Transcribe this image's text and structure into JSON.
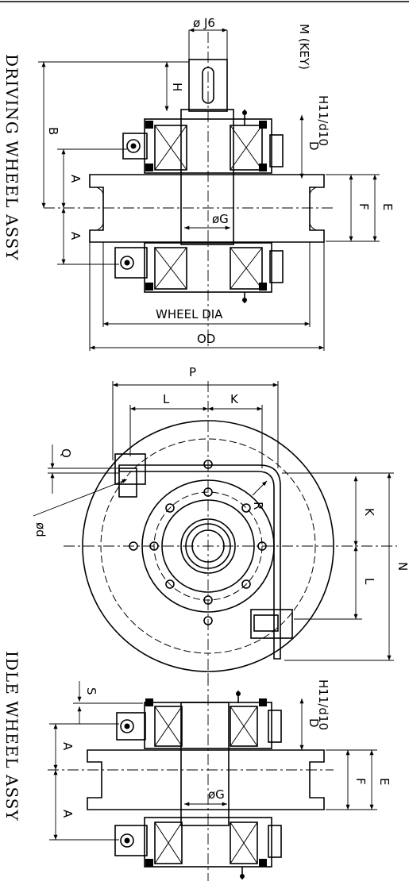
{
  "titles": {
    "driving": "DRIVING WHEEL ASSY",
    "idle": "IDLE WHEEL ASSY"
  },
  "driving": {
    "key": "M (KEY)",
    "shaft_dia": "ø J6",
    "h": "H",
    "b": "B",
    "fit": "H11/d10",
    "d": "D",
    "a_top": "A",
    "a_bottom": "A",
    "e": "E",
    "f": "F",
    "bore": "øG",
    "wheel_dia": "WHEEL DIA",
    "od": "OD"
  },
  "side": {
    "p": "P",
    "l_top": "L",
    "k_top": "K",
    "q": "Q",
    "small_d": "ød",
    "k_right": "K",
    "l_right": "L",
    "n": "N",
    "r": "R"
  },
  "idle": {
    "s": "S",
    "fit": "H11/d10",
    "d": "D",
    "a_top": "A",
    "a_bottom": "A",
    "e": "E",
    "f": "F",
    "bore": "øG"
  }
}
